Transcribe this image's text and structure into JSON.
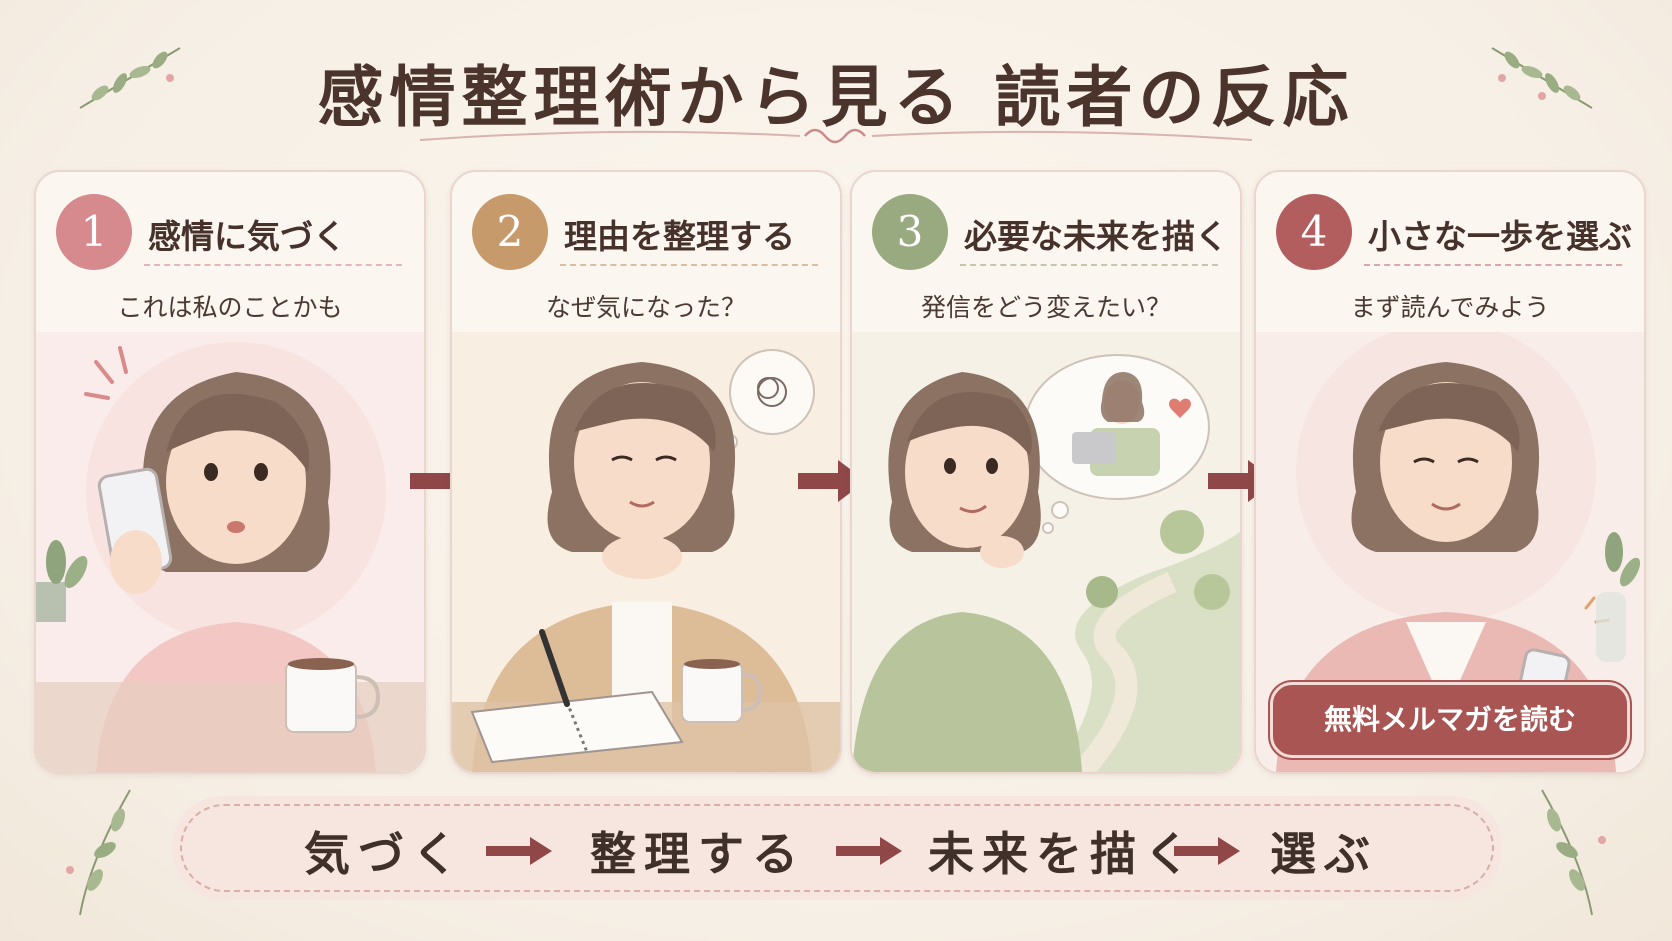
{
  "title": "感情整理術から見る 読者の反応",
  "steps": [
    {
      "number": "1",
      "heading": "感情に気づく",
      "caption": "これは私のことかも",
      "color": "#d68a8d"
    },
    {
      "number": "2",
      "heading": "理由を整理する",
      "caption": "なぜ気になった？",
      "color": "#c79a6c"
    },
    {
      "number": "3",
      "heading": "必要な未来を描く",
      "caption": "発信をどう変えたい？",
      "color": "#9aaa80"
    },
    {
      "number": "4",
      "heading": "小さな一歩を選ぶ",
      "caption": "まず読んでみよう",
      "color": "#b25e5e"
    }
  ],
  "cta": {
    "label": "無料メルマガを読む",
    "color": "#a85553"
  },
  "flow": [
    "気づく",
    "整理する",
    "未来を描く",
    "選ぶ"
  ],
  "colors": {
    "accent": "#8f4748",
    "background": "#f8f2ea",
    "text": "#4b342c"
  },
  "icons": [
    "leaf-sprig-icon",
    "right-arrow-icon",
    "smartphone-icon",
    "notebook-icon",
    "coffee-cup-icon",
    "thought-bubble-icon",
    "heart-icon",
    "laptop-icon"
  ]
}
